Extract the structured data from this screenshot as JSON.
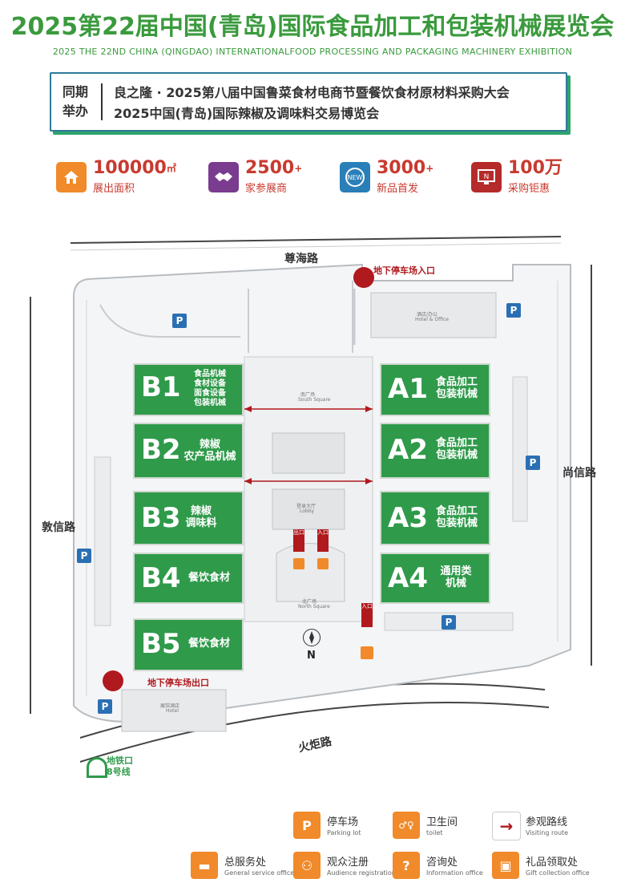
{
  "header": {
    "title": "2025第22届中国(青岛)国际食品加工和包装机械展览会",
    "subtitle": "2025 THE 22ND CHINA (QINGDAO) INTERNATIONALFOOD PROCESSING AND PACKAGING MACHINERY EXHIBITION"
  },
  "co_organized": {
    "label_line1": "同期",
    "label_line2": "举办",
    "events": [
      "良之隆 · 2025第八届中国鲁菜食材电商节暨餐饮食材原材料采购大会",
      "2025中国(青岛)国际辣椒及调味料交易博览会"
    ]
  },
  "stats": [
    {
      "icon": "house-icon",
      "number": "100000",
      "sup": "㎡",
      "label": "展出面积",
      "color": "#f08a2a"
    },
    {
      "icon": "handshake-icon",
      "number": "2500",
      "sup": "+",
      "label": "家参展商",
      "color": "#7a3c8e"
    },
    {
      "icon": "new-badge-icon",
      "number": "3000",
      "sup": "+",
      "label": "新品首发",
      "color": "#2a7fb8"
    },
    {
      "icon": "monitor-icon",
      "number": "100万",
      "sup": "",
      "label": "采购钜惠",
      "color": "#b52a2a"
    }
  ],
  "map": {
    "roads": {
      "north": "尊海路",
      "east": "尚信路",
      "west": "敦信路",
      "south": "火炬路"
    },
    "parking_entrance": "地下停车场入口",
    "parking_exit": "地下停车场出口",
    "hotel_label": "酒店/办公",
    "hotel_label_en": "Hotel & Office",
    "south_square": "南广场",
    "south_square_en": "South Square",
    "north_square": "北广场",
    "north_square_en": "North Square",
    "lobby": "登录大厅",
    "lobby_en": "Lobby",
    "service_building": "展馆酒店",
    "service_building_en": "Hotel",
    "entrance": "入口",
    "exit": "出口",
    "compass": "N",
    "metro_line1": "地铁口",
    "metro_line2": "8号线",
    "parking_symbol": "P",
    "halls": {
      "B1": {
        "code": "B1",
        "desc": [
          "食品机械",
          "食材设备",
          "面食设备",
          "包装机械"
        ]
      },
      "B2": {
        "code": "B2",
        "desc": [
          "辣椒",
          "农产品机械"
        ]
      },
      "B3": {
        "code": "B3",
        "desc": [
          "辣椒",
          "调味料"
        ]
      },
      "B4": {
        "code": "B4",
        "desc": [
          "餐饮食材"
        ]
      },
      "B5": {
        "code": "B5",
        "desc": [
          "餐饮食材"
        ]
      },
      "A1": {
        "code": "A1",
        "desc": [
          "食品加工",
          "包装机械"
        ]
      },
      "A2": {
        "code": "A2",
        "desc": [
          "食品加工",
          "包装机械"
        ]
      },
      "A3": {
        "code": "A3",
        "desc": [
          "食品加工",
          "包装机械"
        ]
      },
      "A4": {
        "code": "A4",
        "desc": [
          "通用类",
          "机械"
        ]
      }
    }
  },
  "legend": [
    {
      "icon": "parking-icon",
      "cn": "停车场",
      "en": "Parking lot",
      "color": "#f08a2a",
      "glyph": "P"
    },
    {
      "icon": "toilet-icon",
      "cn": "卫生间",
      "en": "toilet",
      "color": "#f08a2a",
      "glyph": "♂♀"
    },
    {
      "icon": "route-arrow-icon",
      "cn": "参观路线",
      "en": "Visiting route",
      "color": "#b0191e",
      "glyph": "→"
    },
    {
      "icon": "service-desk-icon",
      "cn": "总服务处",
      "en": "General service office",
      "color": "#f08a2a",
      "glyph": "▬"
    },
    {
      "icon": "people-icon",
      "cn": "观众注册",
      "en": "Audience registration",
      "color": "#f08a2a",
      "glyph": "⚇"
    },
    {
      "icon": "question-icon",
      "cn": "咨询处",
      "en": "Information office",
      "color": "#f08a2a",
      "glyph": "?"
    },
    {
      "icon": "gift-icon",
      "cn": "礼品领取处",
      "en": "Gift collection office",
      "color": "#f08a2a",
      "glyph": "▣"
    }
  ]
}
